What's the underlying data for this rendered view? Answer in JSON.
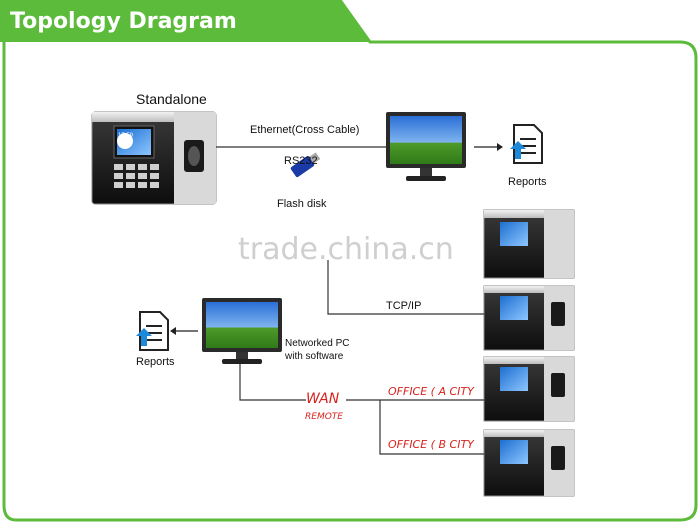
{
  "header": {
    "title": "Topology Dragram"
  },
  "standalone": {
    "label": "Standalone",
    "connection_label": "Ethernet(Cross Cable)",
    "usb_label": "RS232",
    "flash_label": "Flash disk",
    "reports_label": "Reports",
    "terminal_clock": "15:59"
  },
  "network": {
    "tcpip_label": "TCP/IP",
    "pc_label_line1": "Networked PC",
    "pc_label_line2": "with software",
    "reports_label": "Reports",
    "wan_label": "WAN",
    "remote_label": "REMOTE",
    "office_a_label": "OFFICE ( A  CITY",
    "office_b_label": "OFFICE ( B  CITY"
  },
  "watermark": {
    "text": "trade.china.cn"
  },
  "colors": {
    "accent_green": "#5cbb3b",
    "wan_red": "#d8231d"
  }
}
